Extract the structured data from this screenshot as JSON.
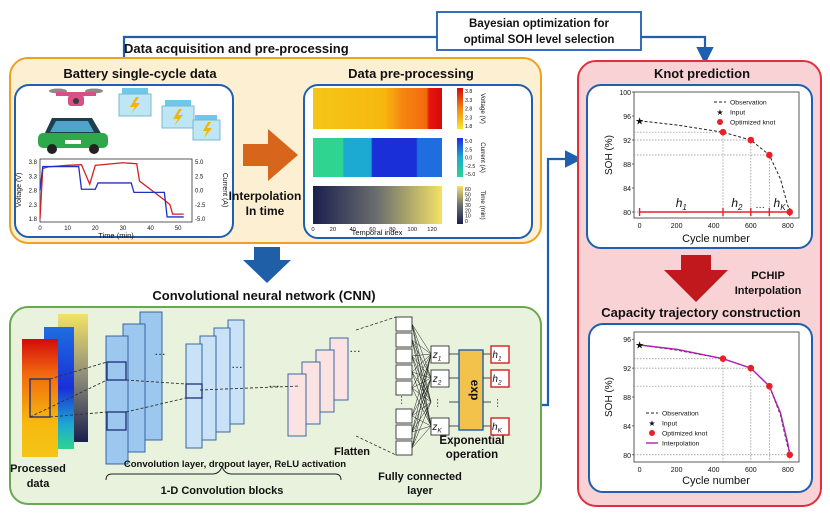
{
  "colors": {
    "acq_panel_bg": "#fdf0d2",
    "acq_panel_border": "#f0a020",
    "cnn_panel_bg": "#e8f2dd",
    "cnn_panel_border": "#6aa84f",
    "pred_panel_bg": "#f9d2d6",
    "pred_panel_border": "#e03040",
    "flow_line": "#1f5fb0",
    "orange_arrow": "#d7661c",
    "blue_arrow": "#1e5fa8",
    "red_arrow": "#c0181d",
    "exp_box": "#f2c24a"
  },
  "top_banner": {
    "bayes_line1": "Bayesian optimization for",
    "bayes_line2": "optimal SOH level selection",
    "acq_title": "Data acquisition and pre-processing"
  },
  "battery_panel": {
    "title": "Battery single-cycle data",
    "ylabel_left": "Voltage (V)",
    "ylabel_right": "Current (A)",
    "xlabel": "Time (min)",
    "left_ticks": [
      "3.8",
      "3.3",
      "2.8",
      "2.3",
      "1.8"
    ],
    "right_ticks": [
      "5.0",
      "2.5",
      "0.0",
      "-2.5",
      "-5.0"
    ],
    "x_ticks": [
      "0",
      "10",
      "20",
      "30",
      "40",
      "50"
    ],
    "icons": [
      "drone-icon",
      "battery-icon",
      "battery-icon",
      "electric-car-icon",
      "battery-icon"
    ]
  },
  "interpolation": {
    "line1": "Interpolation",
    "line2": "In time"
  },
  "preprocess_panel": {
    "title": "Data pre-processing",
    "xlabel": "Temporal index",
    "x_ticks": [
      "0",
      "20",
      "40",
      "60",
      "80",
      "100",
      "120"
    ],
    "heatmaps": [
      {
        "label": "Voltage (V)",
        "ticks": [
          "3.8",
          "3.3",
          "2.8",
          "2.3",
          "1.8"
        ]
      },
      {
        "label": "Current (A)",
        "ticks": [
          "5.0",
          "2.5",
          "0.0",
          "−2.5",
          "−5.0"
        ]
      },
      {
        "label": "Time (min)",
        "ticks": [
          "60",
          "50",
          "40",
          "30",
          "20",
          "10",
          "0"
        ]
      }
    ]
  },
  "cnn_panel": {
    "title": "Convolutional neural network (CNN)",
    "processed_line1": "Processed",
    "processed_line2": "data",
    "conv_caption": "Convolution layer, dropout layer, ReLU activation",
    "conv_blocks": "1-D Convolution blocks",
    "flatten": "Flatten",
    "fc_line1": "Fully connected",
    "fc_line2": "layer",
    "exp_label": "exp",
    "exp_caption1": "Exponential",
    "exp_caption2": "operation",
    "z_labels": [
      "z1",
      "z2",
      "…",
      "zK"
    ],
    "h_labels": [
      "h1",
      "h2",
      "…",
      "hK"
    ],
    "dots": "…"
  },
  "knot_panel": {
    "title": "Knot prediction",
    "ylabel": "SOH (%)",
    "xlabel": "Cycle number",
    "legend": [
      "Observation",
      "Input",
      "Optimized knot"
    ],
    "y_ticks": [
      "100",
      "96",
      "92",
      "88",
      "84",
      "80"
    ],
    "x_ticks": [
      "0",
      "200",
      "400",
      "600",
      "800"
    ],
    "h_labels": [
      "h1",
      "h2",
      "…",
      "hK"
    ]
  },
  "pchip": {
    "line1": "PCHIP",
    "line2": "Interpolation"
  },
  "trajectory_panel": {
    "title": "Capacity trajectory construction",
    "ylabel": "SOH (%)",
    "xlabel": "Cycle number",
    "legend": [
      "Observation",
      "Input",
      "Optimized knot",
      "Interpolation"
    ],
    "y_ticks": [
      "96",
      "92",
      "88",
      "84",
      "80"
    ],
    "x_ticks": [
      "0",
      "200",
      "400",
      "600",
      "800"
    ]
  },
  "chart_data": [
    {
      "type": "line",
      "title": "",
      "xlabel": "Time (min)",
      "ylabel": "Voltage (V)",
      "xlim": [
        0,
        55
      ],
      "ylim": [
        1.8,
        3.8
      ],
      "series": [
        {
          "name": "",
          "color": "#d42020",
          "x": [
            0,
            1,
            3,
            10,
            15,
            18,
            20,
            30,
            35,
            36,
            45,
            47,
            48,
            52
          ],
          "y": [
            1.9,
            3.5,
            3.55,
            3.6,
            3.62,
            3.0,
            3.6,
            3.68,
            3.65,
            3.1,
            2.5,
            2.35,
            2.05,
            2.05
          ]
        }
      ]
    },
    {
      "type": "line",
      "title": "",
      "xlabel": "Time (min)",
      "ylabel": "Current (A)",
      "xlim": [
        0,
        55
      ],
      "ylim": [
        -5,
        5
      ],
      "series": [
        {
          "name": "",
          "color": "#2030c0",
          "x": [
            0,
            1,
            14,
            15,
            20,
            21,
            33,
            34,
            45,
            46,
            52
          ],
          "y": [
            0,
            3.8,
            3.8,
            0.2,
            0.2,
            1.2,
            1.2,
            -0.3,
            -0.3,
            -4.2,
            -4.2
          ]
        }
      ]
    },
    {
      "type": "scatter",
      "title": "",
      "xlabel": "Cycle number",
      "ylabel": "SOH (%)",
      "xlim": [
        -30,
        860
      ],
      "ylim": [
        79,
        100
      ],
      "series": [
        {
          "name": "Observation",
          "x": [
            0,
            200,
            450,
            600,
            700,
            760,
            800,
            820
          ],
          "y": [
            95.2,
            94.5,
            93.3,
            92,
            89.5,
            85.5,
            81,
            80
          ]
        },
        {
          "name": "Input",
          "x": [
            0
          ],
          "y": [
            95.2
          ]
        },
        {
          "name": "Optimized knot",
          "x": [
            450,
            600,
            700,
            810
          ],
          "y": [
            93.3,
            92,
            89.5,
            80
          ]
        }
      ]
    },
    {
      "type": "line",
      "title": "",
      "xlabel": "Cycle number",
      "ylabel": "SOH (%)",
      "xlim": [
        -30,
        860
      ],
      "ylim": [
        79,
        97
      ],
      "series": [
        {
          "name": "Observation",
          "x": [
            0,
            200,
            450,
            600,
            700,
            760,
            800,
            820
          ],
          "y": [
            95.2,
            94.5,
            93.3,
            92,
            89.5,
            85.5,
            81,
            80
          ]
        },
        {
          "name": "Input",
          "x": [
            0
          ],
          "y": [
            95.2
          ]
        },
        {
          "name": "Optimized knot",
          "x": [
            450,
            600,
            700,
            810
          ],
          "y": [
            93.3,
            92,
            89.5,
            80
          ]
        },
        {
          "name": "Interpolation",
          "x": [
            0,
            200,
            450,
            600,
            700,
            760,
            800,
            810
          ],
          "y": [
            95.2,
            94.6,
            93.3,
            92,
            89.5,
            85.8,
            81.5,
            80
          ]
        }
      ]
    }
  ]
}
